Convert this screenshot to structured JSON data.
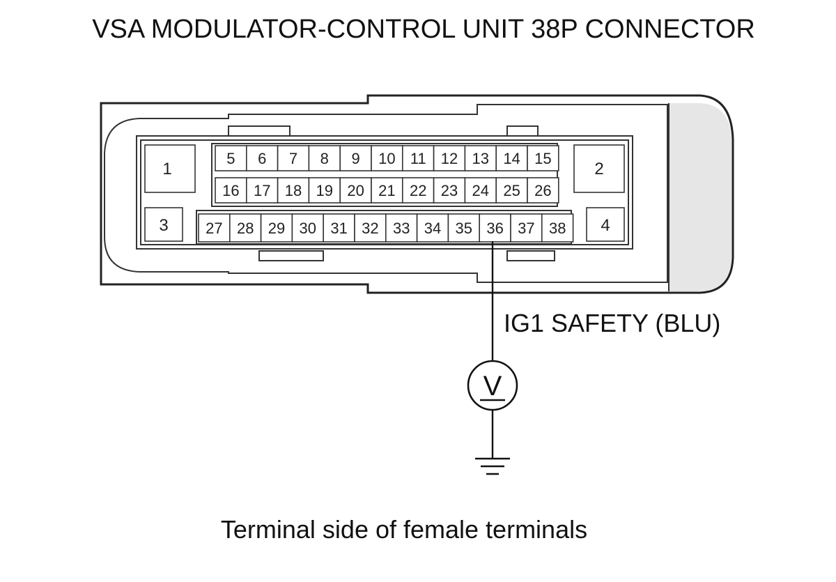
{
  "title": "VSA MODULATOR-CONTROL UNIT 38P CONNECTOR",
  "wire_label": "IG1 SAFETY (BLU)",
  "caption": "Terminal side of female terminals",
  "meter_symbol": "V",
  "probe_terminal": "36",
  "connector": {
    "row1": [
      "5",
      "6",
      "7",
      "8",
      "9",
      "10",
      "11",
      "12",
      "13",
      "14",
      "15"
    ],
    "row2": [
      "16",
      "17",
      "18",
      "19",
      "20",
      "21",
      "22",
      "23",
      "24",
      "25",
      "26"
    ],
    "row3": [
      "27",
      "28",
      "29",
      "30",
      "31",
      "32",
      "33",
      "34",
      "35",
      "36",
      "37",
      "38"
    ],
    "corners": {
      "top_left": "1",
      "top_right": "2",
      "bottom_left": "3",
      "bottom_right": "4"
    }
  },
  "icons": {
    "meter": "voltmeter-icon",
    "ground": "ground-icon"
  },
  "colors": {
    "line": "#222222",
    "housing_shade": "#e6e6e6"
  }
}
